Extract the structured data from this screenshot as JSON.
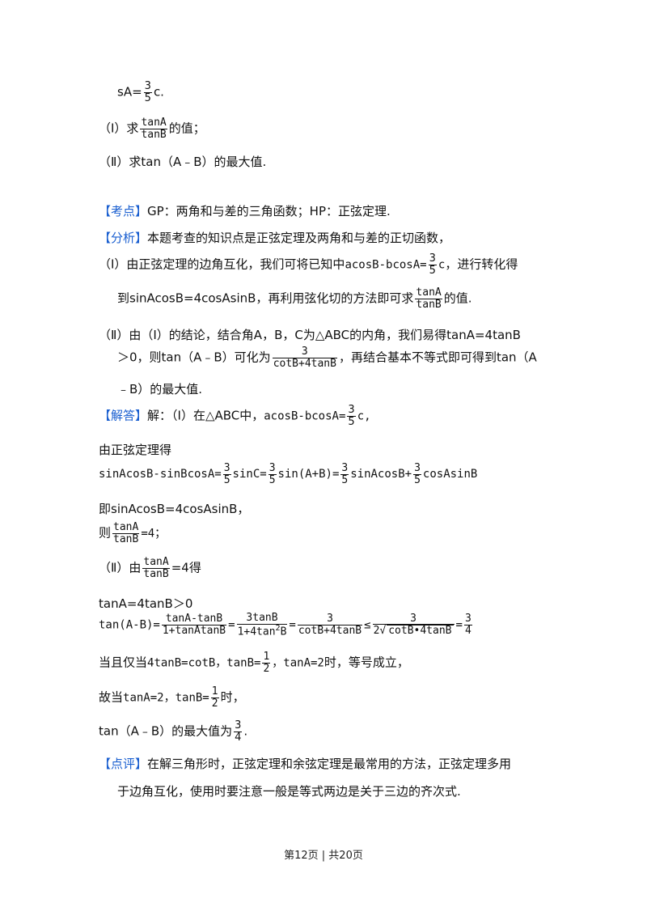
{
  "l1": {
    "a": "sA=",
    "num": "3",
    "den": "5",
    "b": "c."
  },
  "l2": {
    "a": "（Ⅰ）求",
    "num": "tanA",
    "den": "tanB",
    "b": "的值；"
  },
  "l3": {
    "text": "（Ⅱ）求tan（A﹣B）的最大值."
  },
  "kaodian": {
    "tag": "【考点】",
    "text": "GP：两角和与差的三角函数；HP：正弦定理."
  },
  "fenxi": {
    "tag": "【分析】",
    "text": "本题考查的知识点是正弦定理及两角和与差的正切函数，"
  },
  "f1": {
    "a": "（Ⅰ）由正弦定理的边角互化，我们可将已知中",
    "m": "acosB-bcosA=",
    "num": "3",
    "den": "5",
    "m2": "c",
    "b": "，进行转化得"
  },
  "f2": {
    "a": "到sinAcosB=4cosAsinB，再利用弦化切的方法即可求",
    "num": "tanA",
    "den": "tanB",
    "b": "的值."
  },
  "f3": {
    "text": "（Ⅱ）由（Ⅰ）的结论，结合角A，B，C为△ABC的内角，我们易得tanA=4tanB"
  },
  "f4": {
    "a": "＞0，则tan（A﹣B）可化为",
    "num": "3",
    "den": "cotB+4tanB",
    "b": "，再结合基本不等式即可得到tan（A"
  },
  "f5": {
    "text": "﹣B）的最大值."
  },
  "jieda": {
    "tag": "【解答】",
    "a": "解：（Ⅰ）在△ABC中，",
    "m": "acosB-bcosA=",
    "num": "3",
    "den": "5",
    "m2": "c,"
  },
  "j1": {
    "text": "由正弦定理得"
  },
  "j2": {
    "a": "sinAcosB-sinBcosA=",
    "n1": "3",
    "d1": "5",
    "b": "sinC=",
    "n2": "3",
    "d2": "5",
    "c": "sin(A+B)=",
    "n3": "3",
    "d3": "5",
    "d": "sinAcosB+",
    "n4": "3",
    "d4": "5",
    "e": "cosAsinB"
  },
  "j3": {
    "text": "即sinAcosB=4cosAsinB，"
  },
  "j4": {
    "a": "则",
    "num": "tanA",
    "den": "tanB",
    "b": "=4；"
  },
  "j5": {
    "a": "（Ⅱ）由",
    "num": "tanA",
    "den": "tanB",
    "b": "=4得"
  },
  "j6": {
    "text": "tanA=4tanB＞0"
  },
  "j7": {
    "a": "tan(A-B)=",
    "n1": "tanA-tanB",
    "d1": "1+tanAtanB",
    "eq1": "=",
    "n2": "3tanB",
    "d2a": "1+4tan",
    "d2sup": "2",
    "d2b": "B",
    "eq2": "=",
    "n3": "3",
    "d3": "cotB+4tanB",
    "le": "≤",
    "n4": "3",
    "d4a": "2",
    "d4sqrt": "cotB•4tanB",
    "eq3": "=",
    "n5": "3",
    "d5": "4"
  },
  "j8": {
    "a": "当且仅当",
    "m": "4tanB=cotB，tanB=",
    "num": "1",
    "den": "2",
    "m2": "，tanA=2",
    "b": "时，等号成立，"
  },
  "j9": {
    "a": "故当",
    "m": "tanA=2，tanB=",
    "num": "1",
    "den": "2",
    "b": "时，"
  },
  "j10": {
    "a": "tan（A﹣B）的最大值为",
    "num": "3",
    "den": "4",
    "b": "."
  },
  "dianping": {
    "tag": "【点评】",
    "text": "在解三角形时，正弦定理和余弦定理是最常用的方法，正弦定理多用"
  },
  "d2": {
    "text": "于边角互化，使用时要注意一般是等式两边是关于三边的齐次式."
  },
  "footer": {
    "text": "第12页 | 共20页"
  }
}
